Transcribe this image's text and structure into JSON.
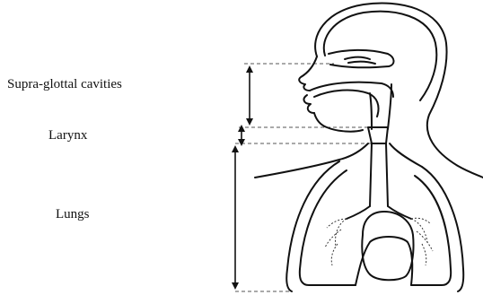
{
  "labels": {
    "supra_glottal": "Supra-glottal cavities",
    "larynx": "Larynx",
    "lungs": "Lungs"
  },
  "colors": {
    "line": "#111111",
    "dash": "#555555",
    "background": "#ffffff"
  }
}
